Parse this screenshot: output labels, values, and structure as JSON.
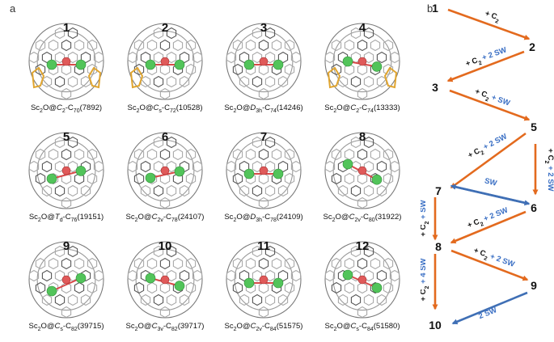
{
  "panel_a": "a",
  "panel_b": "b",
  "structures": [
    {
      "num": "1",
      "pre": "Sc",
      "sub1": "2",
      "mid": "O@",
      "sym": "C",
      "symsub": "2",
      "cage": "-C",
      "n": "70",
      "id": "(7892)"
    },
    {
      "num": "2",
      "pre": "Sc",
      "sub1": "2",
      "mid": "O@",
      "sym": "C",
      "symsub": "s",
      "cage": "-C",
      "n": "72",
      "id": "(10528)"
    },
    {
      "num": "3",
      "pre": "Sc",
      "sub1": "2",
      "mid": "O@",
      "sym": "D",
      "symsub": "3h",
      "cage": "-C",
      "n": "74",
      "id": "(14246)"
    },
    {
      "num": "4",
      "pre": "Sc",
      "sub1": "2",
      "mid": "O@",
      "sym": "C",
      "symsub": "2",
      "cage": "-C",
      "n": "74",
      "id": "(13333)"
    },
    {
      "num": "5",
      "pre": "Sc",
      "sub1": "2",
      "mid": "O@",
      "sym": "T",
      "symsub": "d",
      "cage": "-C",
      "n": "76",
      "id": "(19151)"
    },
    {
      "num": "6",
      "pre": "Sc",
      "sub1": "2",
      "mid": "O@",
      "sym": "C",
      "symsub": "2v",
      "cage": "-C",
      "n": "78",
      "id": "(24107)"
    },
    {
      "num": "7",
      "pre": "Sc",
      "sub1": "2",
      "mid": "O@",
      "sym": "D",
      "symsub": "3h",
      "cage": "-C",
      "n": "78",
      "id": "(24109)"
    },
    {
      "num": "8",
      "pre": "Sc",
      "sub1": "2",
      "mid": "O@",
      "sym": "C",
      "symsub": "2v",
      "cage": "-C",
      "n": "80",
      "id": "(31922)"
    },
    {
      "num": "9",
      "pre": "Sc",
      "sub1": "2",
      "mid": "O@",
      "sym": "C",
      "symsub": "s",
      "cage": "-C",
      "n": "82",
      "id": "(39715)"
    },
    {
      "num": "10",
      "pre": "Sc",
      "sub1": "2",
      "mid": "O@",
      "sym": "C",
      "symsub": "3v",
      "cage": "-C",
      "n": "82",
      "id": "(39717)"
    },
    {
      "num": "11",
      "pre": "Sc",
      "sub1": "2",
      "mid": "O@",
      "sym": "C",
      "symsub": "2v",
      "cage": "-C",
      "n": "84",
      "id": "(51575)"
    },
    {
      "num": "12",
      "pre": "Sc",
      "sub1": "2",
      "mid": "O@",
      "sym": "C",
      "symsub": "s",
      "cage": "-C",
      "n": "84",
      "id": "(51580)"
    }
  ],
  "scheme": {
    "nodes": [
      "1",
      "2",
      "3",
      "5",
      "7",
      "6",
      "8",
      "9",
      "10"
    ],
    "transitions": [
      {
        "from": "1",
        "to": "2",
        "parts": [
          {
            "t": "+ C",
            "c": "black"
          },
          {
            "t": "2",
            "c": "black",
            "sub": true
          }
        ]
      },
      {
        "from": "2",
        "to": "3",
        "parts": [
          {
            "t": "+ C",
            "c": "black"
          },
          {
            "t": "2",
            "c": "black",
            "sub": true
          },
          {
            "t": " + 2 SW",
            "c": "blue"
          }
        ]
      },
      {
        "from": "3",
        "to": "5",
        "parts": [
          {
            "t": "+ C",
            "c": "black"
          },
          {
            "t": "2",
            "c": "black",
            "sub": true
          },
          {
            "t": " + SW",
            "c": "blue"
          }
        ]
      },
      {
        "from": "5",
        "to": "7",
        "parts": [
          {
            "t": "+ C",
            "c": "black"
          },
          {
            "t": "2",
            "c": "black",
            "sub": true
          },
          {
            "t": " + 2 SW",
            "c": "blue"
          }
        ]
      },
      {
        "from": "5",
        "to": "6",
        "parts": [
          {
            "t": "+ C",
            "c": "black"
          },
          {
            "t": "2",
            "c": "black",
            "sub": true
          },
          {
            "t": " + 2 SW",
            "c": "blue"
          }
        ]
      },
      {
        "from": "6",
        "to": "7",
        "parts": [
          {
            "t": "SW",
            "c": "blue"
          }
        ]
      },
      {
        "from": "7",
        "to": "8",
        "parts": [
          {
            "t": "+ C",
            "c": "black"
          },
          {
            "t": "2",
            "c": "black",
            "sub": true
          },
          {
            "t": " + SW",
            "c": "blue"
          }
        ]
      },
      {
        "from": "6",
        "to": "8",
        "parts": [
          {
            "t": "+ C",
            "c": "black"
          },
          {
            "t": "2",
            "c": "black",
            "sub": true
          },
          {
            "t": " + 2 SW",
            "c": "blue"
          }
        ]
      },
      {
        "from": "8",
        "to": "9",
        "parts": [
          {
            "t": "+ C",
            "c": "black"
          },
          {
            "t": "2",
            "c": "black",
            "sub": true
          },
          {
            "t": " + 2 SW",
            "c": "blue"
          }
        ]
      },
      {
        "from": "8",
        "to": "10",
        "parts": [
          {
            "t": "+ C",
            "c": "black"
          },
          {
            "t": "2",
            "c": "black",
            "sub": true
          },
          {
            "t": " + 4 SW",
            "c": "blue"
          }
        ]
      },
      {
        "from": "9",
        "to": "10",
        "parts": [
          {
            "t": "2 SW",
            "c": "blue"
          }
        ]
      }
    ]
  },
  "colors": {
    "orange": "#e36a1e",
    "blue": "#3f6fb5",
    "label_blue": "#3a6fc4",
    "cage": "#7a7a7a",
    "sc": "#52c45a",
    "o": "#e05a5a",
    "gold": "#e0a530"
  }
}
